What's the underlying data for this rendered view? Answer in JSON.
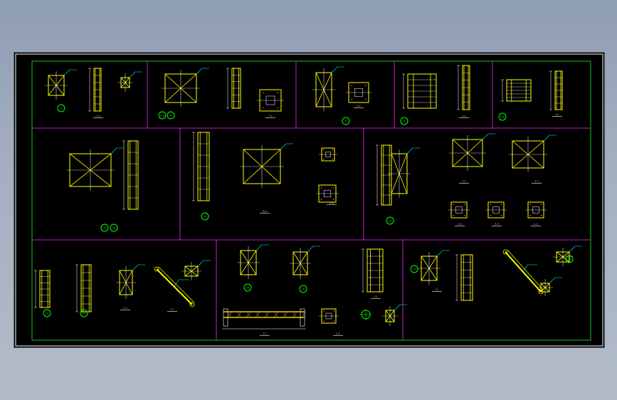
{
  "drawing": {
    "colors": {
      "background": "#000000",
      "outer_border": "#ffffff",
      "frame": "#12c812",
      "panel_divider": "#c81ec8",
      "steel": "#ffff00",
      "dimension": "#ffffff",
      "annotation": "#00ffff",
      "section_marker": "#00ff00",
      "weld_hatch": "#ff3a3a"
    },
    "section_markers": [
      "1",
      "2 3",
      "4",
      "5",
      "6",
      "7 8",
      "9",
      "10",
      "11",
      "12",
      "13",
      "14",
      "15",
      "16",
      "17",
      "18"
    ],
    "section_titles": [
      "1-1",
      "1-1",
      "2-2",
      "1-1",
      "1-1",
      "A-A",
      "B-B",
      "1-1",
      "2-2",
      "3-3",
      "3-3",
      "1-1",
      "2-2",
      "1-1"
    ]
  }
}
